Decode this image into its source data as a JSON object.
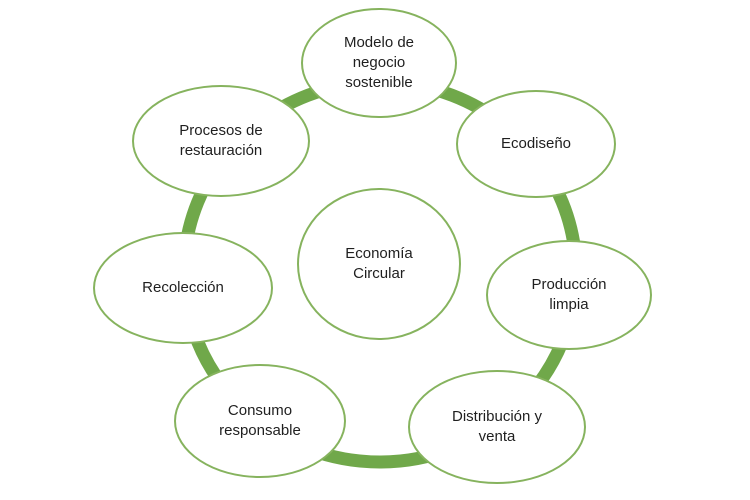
{
  "colors": {
    "ring": "#70a84a",
    "node_border": "#86b35e",
    "node_fill": "#ffffff",
    "text": "#1f1f1f"
  },
  "diagram": {
    "center": {
      "label": "Economía\nCircular"
    },
    "stages": [
      {
        "id": "modelo",
        "label": "Modelo de\nnegocio\nsostenible"
      },
      {
        "id": "ecodiseno",
        "label": "Ecodiseño"
      },
      {
        "id": "produccion",
        "label": "Producción\nlimpia"
      },
      {
        "id": "distribucion",
        "label": "Distribución y\nventa"
      },
      {
        "id": "consumo",
        "label": "Consumo\nresponsable"
      },
      {
        "id": "recoleccion",
        "label": "Recolección"
      },
      {
        "id": "restauracion",
        "label": "Procesos de\nrestauración"
      }
    ]
  }
}
